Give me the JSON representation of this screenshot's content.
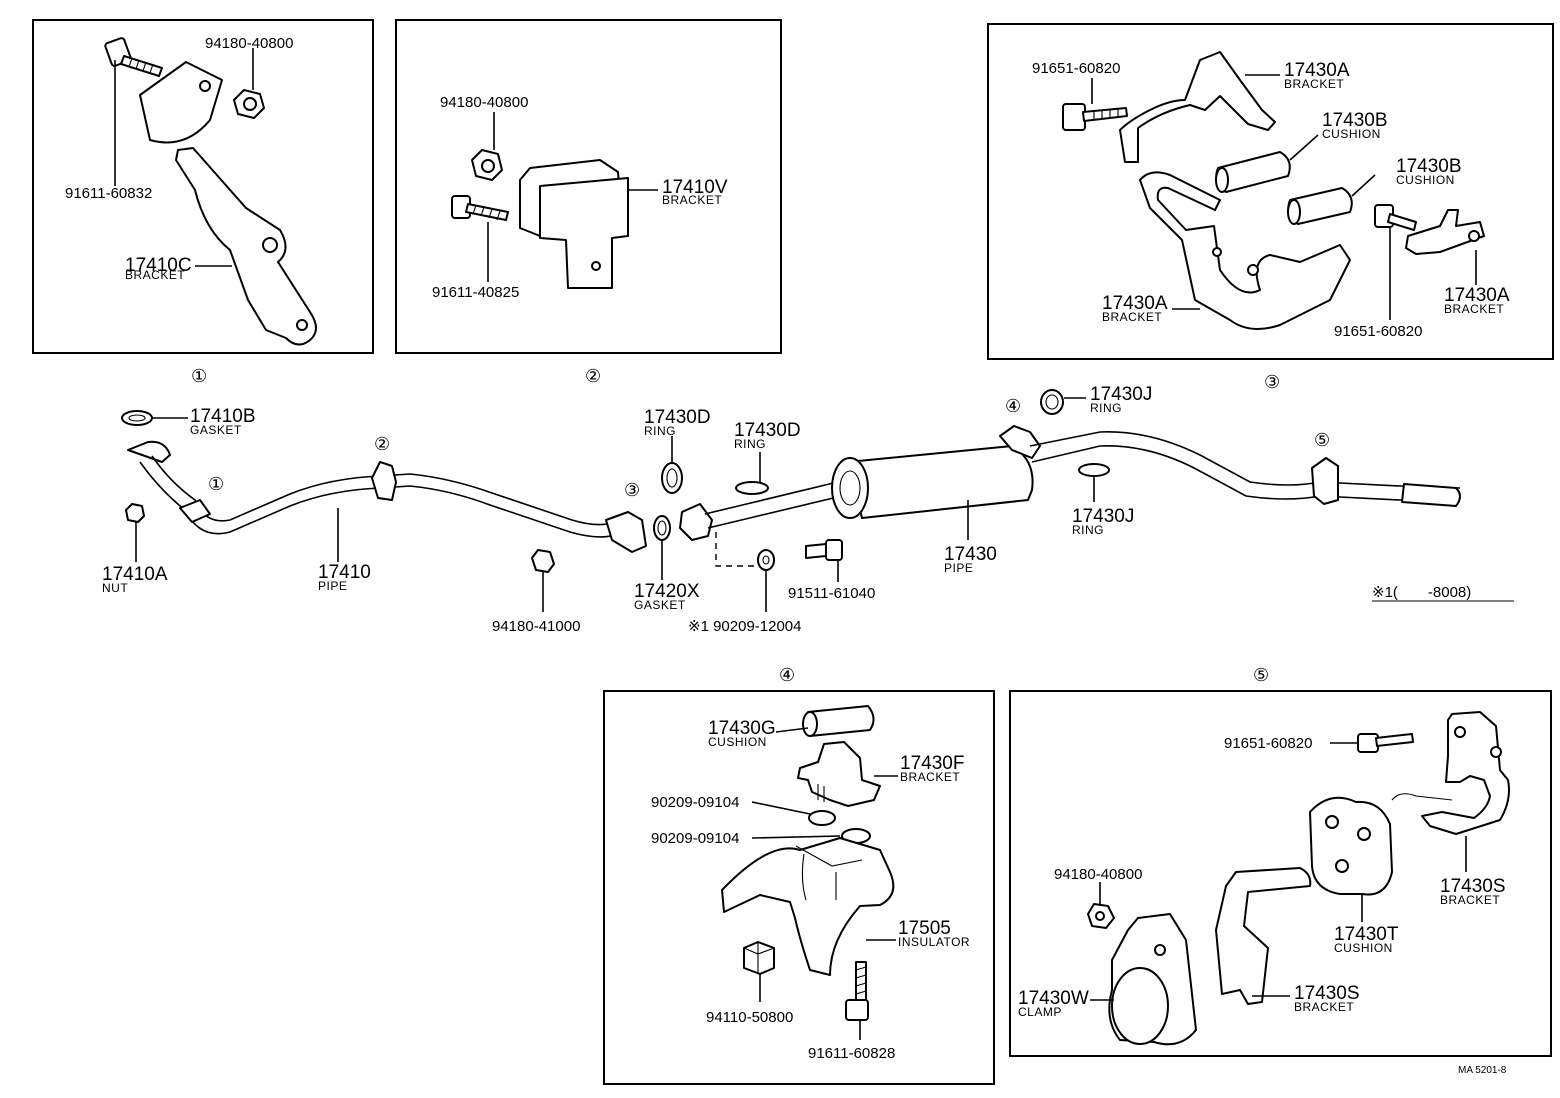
{
  "callouts": {
    "c1": "①",
    "c2": "②",
    "c3": "③",
    "c4": "④",
    "c5": "⑤"
  },
  "box1": {
    "nut": "94180-40800",
    "bolt": "91611-60832",
    "bracket": "17410C",
    "bracket_desc": "BRACKET"
  },
  "box2": {
    "nut": "94180-40800",
    "bracket": "17410V",
    "bracket_desc": "BRACKET",
    "bolt": "91611-40825"
  },
  "box3": {
    "bolt_top": "91651-60820",
    "bracket_top": "17430A",
    "bracket_top_desc": "BRACKET",
    "cushion1": "17430B",
    "cushion1_desc": "CUSHION",
    "cushion2": "17430B",
    "cushion2_desc": "CUSHION",
    "bracket_left": "17430A",
    "bracket_left_desc": "BRACKET",
    "bracket_right": "17430A",
    "bracket_right_desc": "BRACKET",
    "bolt_right": "91651-60820"
  },
  "main": {
    "gasket1": "17410B",
    "gasket1_desc": "GASKET",
    "nut1": "17410A",
    "nut1_desc": "NUT",
    "pipe1": "17410",
    "pipe1_desc": "PIPE",
    "nut2": "94180-41000",
    "ring1": "17430D",
    "ring1_desc": "RING",
    "ring2": "17430D",
    "ring2_desc": "RING",
    "gasket2": "17420X",
    "gasket2_desc": "GASKET",
    "washer": "※1 90209-12004",
    "bolt": "91511-61040",
    "pipe2": "17430",
    "pipe2_desc": "PIPE",
    "ring3": "17430J",
    "ring3_desc": "RING",
    "ring4": "17430J",
    "ring4_desc": "RING",
    "note": "※1(　　-8008)"
  },
  "box4": {
    "cushion": "17430G",
    "cushion_desc": "CUSHION",
    "bracket": "17430F",
    "bracket_desc": "BRACKET",
    "washer1": "90209-09104",
    "washer2": "90209-09104",
    "insulator": "17505",
    "insulator_desc": "INSULATOR",
    "nut": "94110-50800",
    "bolt": "91611-60828"
  },
  "box5": {
    "bolt": "91651-60820",
    "nut": "94180-40800",
    "bracket_top": "17430S",
    "bracket_top_desc": "BRACKET",
    "cushion": "17430T",
    "cushion_desc": "CUSHION",
    "clamp": "17430W",
    "clamp_desc": "CLAMP",
    "bracket_bottom": "17430S",
    "bracket_bottom_desc": "BRACKET"
  },
  "footer": {
    "code": "MA 5201-8"
  }
}
